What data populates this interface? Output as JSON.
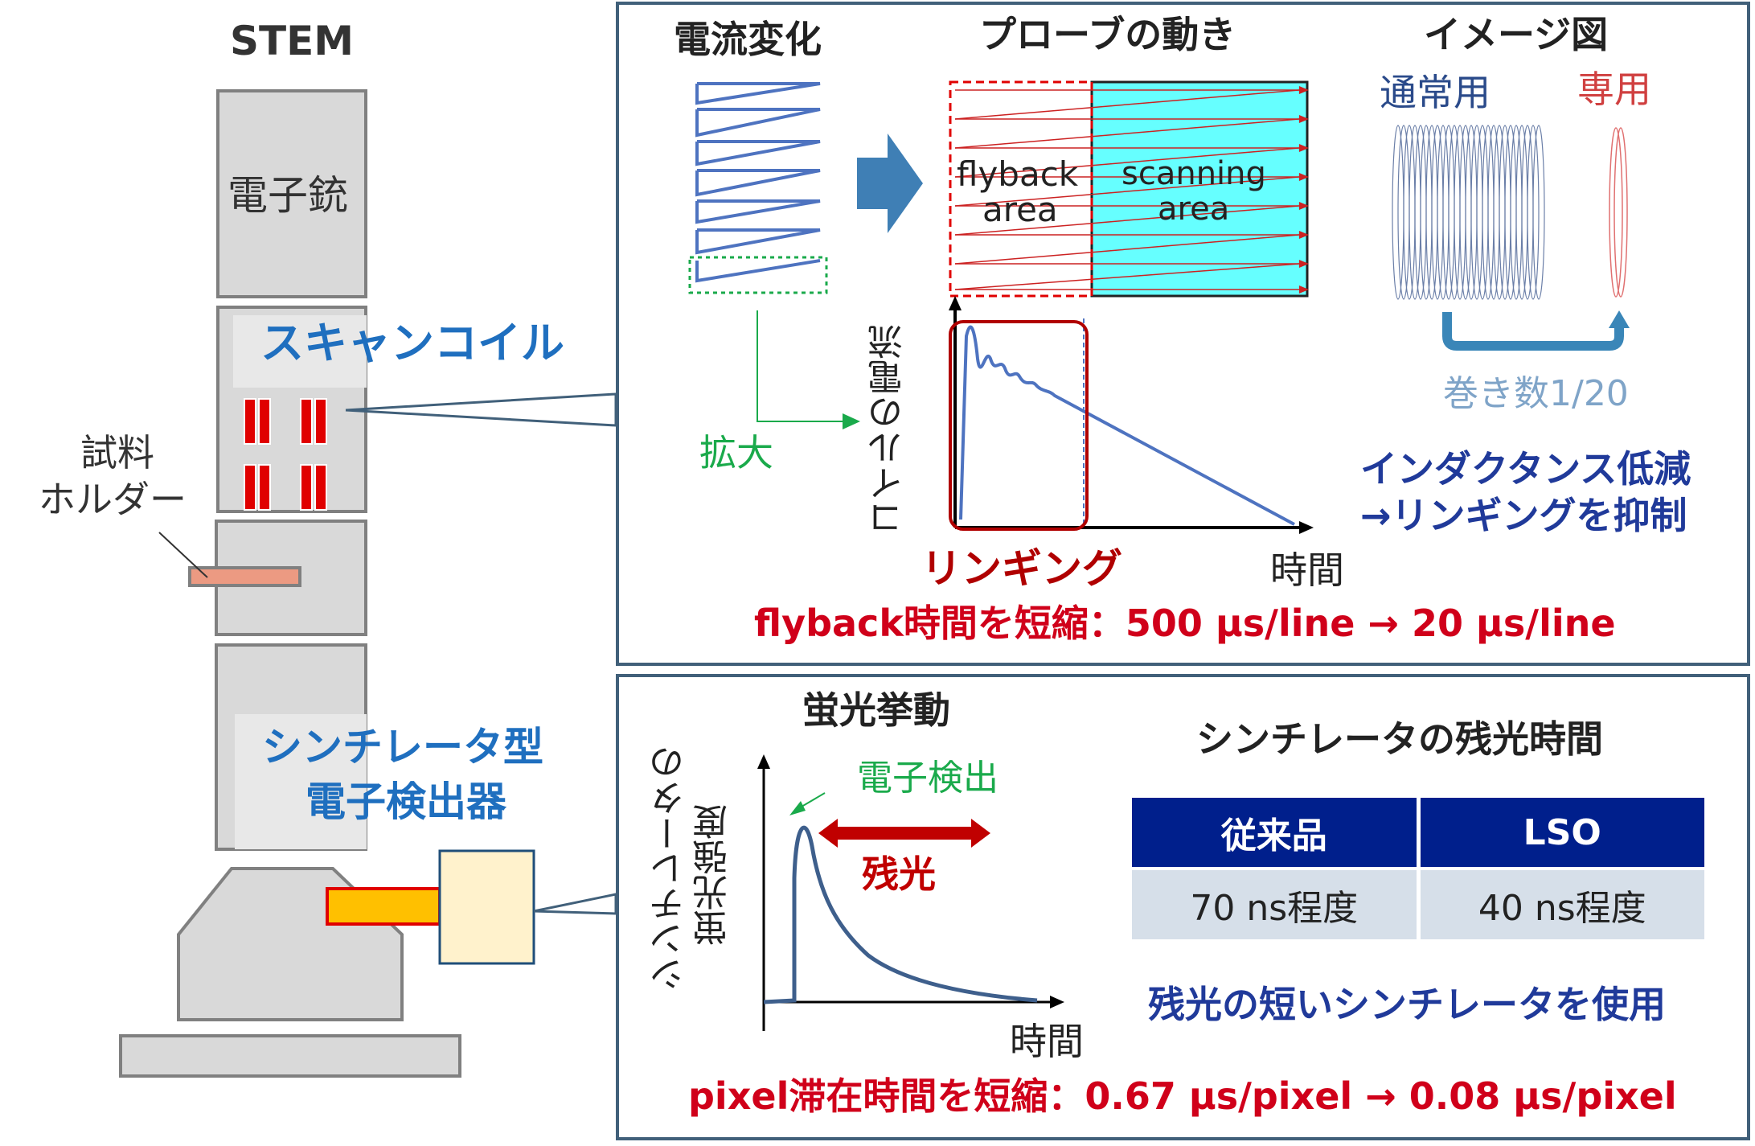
{
  "colors": {
    "column_fill": "#d9d9d9",
    "column_stroke": "#808080",
    "panel_border": "#41607a",
    "coil_red": "#e00000",
    "holder": "#ec9a82",
    "blue_label": "#1f6fbf",
    "navy_text": "#203a9a",
    "accent_red": "#d0001a",
    "dark_red": "#b00000",
    "green": "#1aaa4b",
    "signal_blue": "#4e73c0",
    "cyan": "#66ffff",
    "table_header": "#001f8c",
    "table_cell": "#d6dfe9"
  },
  "stem": {
    "title": "STEM",
    "electron_gun": "電子銃",
    "scan_coil": "スキャンコイル",
    "specimen_holder": [
      "試料",
      "ホルダー"
    ],
    "detector": [
      "シンチレータ型",
      "電子検出器"
    ]
  },
  "top_panel": {
    "current_change_title": "電流変化",
    "probe_motion_title": "プローブの動き",
    "image_title": "イメージ図",
    "flyback_area": [
      "flyback",
      "area"
    ],
    "scanning_area": [
      "scanning",
      "area"
    ],
    "zoom_label": "拡大",
    "coil_current_axis": "コイルの電流",
    "time_axis": "時間",
    "ringing_label": "リンギング",
    "normal_label": "通常用",
    "dedicated_label": "専用",
    "turns_label": "巻き数1/20",
    "inductance_note": [
      "インダクタンス低減",
      "→リンギングを抑制"
    ],
    "flyback_summary": "flyback時間を短縮：500 µs/line → 20 µs/line"
  },
  "bottom_panel": {
    "fluorescence_title": "蛍光挙動",
    "intensity_axis": [
      "シンチレータの",
      "蛍光強度"
    ],
    "electron_detect": "電子検出",
    "afterglow_label": "残光",
    "time_axis": "時間",
    "afterglow_table_title": "シンチレータの残光時間",
    "afterglow_table": {
      "headers": [
        "従来品",
        "LSO"
      ],
      "values": [
        "70 ns程度",
        "40 ns程度"
      ]
    },
    "scintillator_note": "残光の短いシンチレータを使用",
    "pixel_summary": "pixel滞在時間を短縮：0.67 µs/pixel → 0.08 µs/pixel"
  }
}
